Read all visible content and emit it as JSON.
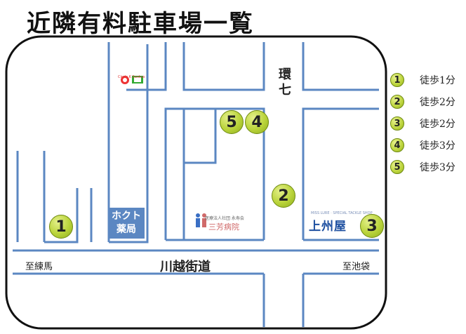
{
  "title": "近隣有料駐車場一覧",
  "map": {
    "road_color": "#5b87c2",
    "frame_color": "#111111",
    "labels": {
      "kan7": "環七",
      "kawagoe_kaido": "川越街道",
      "to_nerima": "至練馬",
      "to_ikebukuro": "至池袋"
    },
    "landmarks": {
      "pharmacy_line1": "ホクト",
      "pharmacy_line2": "薬局",
      "kamishuya": "上州屋",
      "kamishuya_sub": "MISS LURE · SPECIAL TACKLE SHOP",
      "clinic_corp": "医療法人社団 永寿会",
      "clinic_name": "三芳病院",
      "convenience_store": "Circle K Sunkus",
      "convenience_store_icon": "circle-k-logo"
    },
    "markers": [
      "1",
      "2",
      "3",
      "4",
      "5"
    ]
  },
  "legend": [
    {
      "number": "1",
      "text": "徒歩1分"
    },
    {
      "number": "2",
      "text": "徒歩2分"
    },
    {
      "number": "3",
      "text": "徒歩2分"
    },
    {
      "number": "4",
      "text": "徒歩3分"
    },
    {
      "number": "5",
      "text": "徒歩3分"
    }
  ],
  "marker_color": "#b9d33a"
}
